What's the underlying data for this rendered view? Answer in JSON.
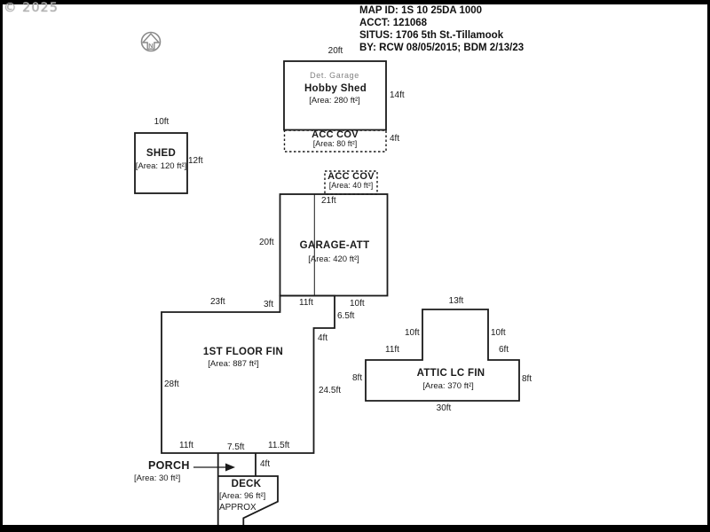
{
  "copyright": "© 2025",
  "header": {
    "lines": [
      "MAP ID: 1S 10 25DA 1000",
      "ACCT: 121068",
      "SITUS: 1706 5th St.-Tillamook",
      "BY: RCW 08/05/2015; BDM 2/13/23"
    ]
  },
  "icons": {
    "north_arrow": "N"
  },
  "colors": {
    "line": "#1a1a1a",
    "muted_text": "#828282",
    "watermark": "#b3b3b3"
  },
  "hobby_shed": {
    "dim_top": "20ft",
    "dim_right": "14ft",
    "subtitle": "Det. Garage",
    "name": "Hobby Shed",
    "area": "[Area: 280 ft²]"
  },
  "hobby_acc": {
    "name": "ACC COV",
    "area": "[Area: 80 ft²]",
    "dim_right": "4ft"
  },
  "shed": {
    "dim_top": "10ft",
    "dim_right": "12ft",
    "name": "SHED",
    "area": "[Area: 120 ft²]"
  },
  "garage_acc": {
    "name": "ACC COV",
    "area": "[Area: 40 ft²]"
  },
  "garage": {
    "dim_top": "21ft",
    "dim_left": "20ft",
    "name": "GARAGE-ATT",
    "area": "[Area: 420 ft²]",
    "dim_bottom_left": "11ft",
    "dim_bottom_right": "10ft"
  },
  "first_floor": {
    "dim_top": "23ft",
    "dim_step": "3ft",
    "dim_right_upper": "6.5ft",
    "dim_right_mid": "4ft",
    "dim_left": "28ft",
    "dim_right": "24.5ft",
    "name": "1ST FLOOR FIN",
    "area": "[Area: 887 ft²]",
    "dim_bottom_left": "11ft",
    "dim_bottom_mid": "7.5ft",
    "dim_bottom_right": "11.5ft"
  },
  "attic": {
    "dim_top": "13ft",
    "dim_neck_left": "10ft",
    "dim_neck_right": "10ft",
    "dim_arm_left": "11ft",
    "dim_arm_right": "6ft",
    "dim_side_left": "8ft",
    "dim_side_right": "8ft",
    "dim_bottom": "30ft",
    "name": "ATTIC LC FIN",
    "area": "[Area: 370 ft²]"
  },
  "porch": {
    "name": "PORCH",
    "area": "[Area: 30 ft²]",
    "dim": "4ft"
  },
  "deck": {
    "name": "DECK",
    "area": "[Area: 96 ft²]",
    "note": "APPROX"
  }
}
